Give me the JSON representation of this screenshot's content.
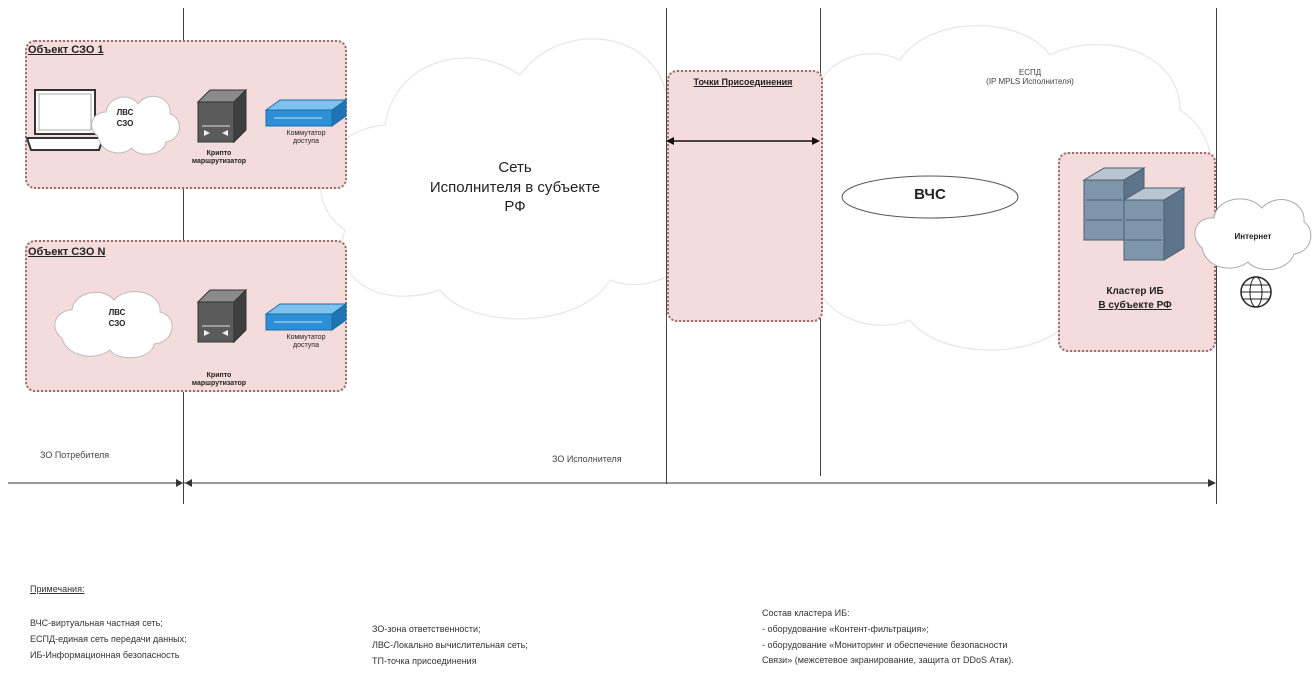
{
  "zones": {
    "object1": {
      "title": "Объект СЗО 1",
      "lan_line1": "ЛВС",
      "lan_line2": "СЗО",
      "router_label": "Крипто маршрутизатор",
      "switch_label": "Коммутатор доступа"
    },
    "objectN": {
      "title": "Объект СЗО N",
      "lan_line1": "ЛВС",
      "lan_line2": "СЗО",
      "router_label": "Крипто маршрутизатор",
      "switch_label": "Коммутатор доступа"
    },
    "join_points": {
      "title": "Точки Присоединения"
    },
    "cluster": {
      "title": "Кластер ИБ",
      "subtitle": "В субъекте РФ"
    }
  },
  "network_cloud": {
    "line1": "Сеть",
    "line2": "Исполнителя в субъекте",
    "line3": "РФ"
  },
  "espd": {
    "line1": "ЕСПД",
    "line2": "(IP MPLS Исполнителя)"
  },
  "vchs": {
    "label": "ВЧС"
  },
  "internet": {
    "label": "Интернет"
  },
  "responsibility": {
    "consumer": "ЗО Потребителя",
    "executor": "ЗО Исполнителя"
  },
  "notes": {
    "heading": "Примечания:",
    "col1": "ВЧС-виртуальная частная сеть;\nЕСПД-единая сеть передачи данных;\nИБ-Информационная безопасность",
    "col2": "ЗО-зона ответственности;\nЛВС-Локально вычислительная сеть;\nТП-точка присоединения",
    "col3": "Состав кластера ИБ:\n- оборудование «Контент-фильтрация»;\n- оборудование «Мониторинг и обеспечение безопасности\nСвязи» (межсетевое экранирование, защита от DDoS Атак)."
  },
  "colors": {
    "zone_fill": "#f4dcdc",
    "zone_border": "#9a6b6b",
    "switch": "#2d8fd5",
    "router": "#5a5a5a",
    "server": "#7f96aa"
  }
}
